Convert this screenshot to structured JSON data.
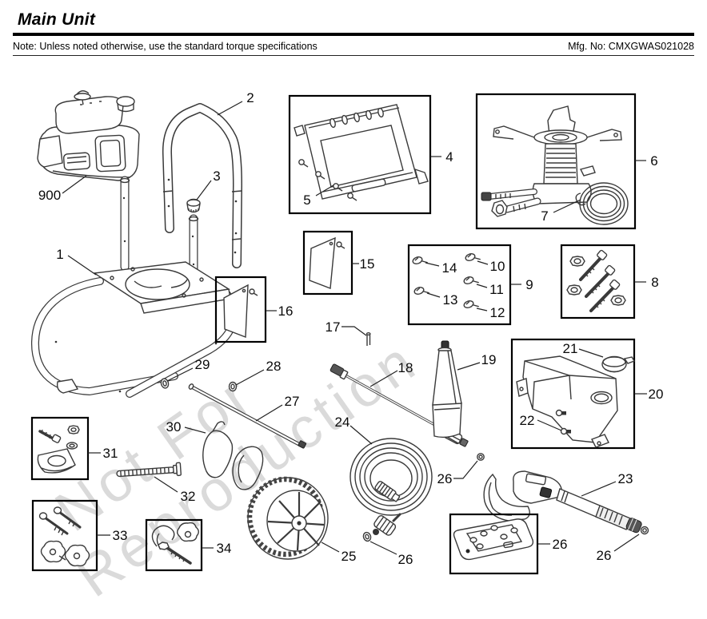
{
  "header": {
    "title": "Main Unit",
    "note": "Note: Unless noted otherwise, use the standard torque specifications",
    "mfg_no": "Mfg. No: CMXGWAS021028"
  },
  "watermark": {
    "line1": "Not For",
    "line2": "Reproduction"
  },
  "callouts": {
    "c900": "900",
    "c1": "1",
    "c2": "2",
    "c3": "3",
    "c4": "4",
    "c5": "5",
    "c6": "6",
    "c7": "7",
    "c8": "8",
    "c9": "9",
    "c10": "10",
    "c11": "11",
    "c12": "12",
    "c13": "13",
    "c14": "14",
    "c15": "15",
    "c16": "16",
    "c17": "17",
    "c18": "18",
    "c19": "19",
    "c20": "20",
    "c21": "21",
    "c22": "22",
    "c23": "23",
    "c24": "24",
    "c25": "25",
    "c26_hose": "26",
    "c26_lance": "26",
    "c26_box": "26",
    "c26_gun": "26",
    "c27": "27",
    "c28": "28",
    "c29": "29",
    "c30": "30",
    "c31": "31",
    "c32": "32",
    "c33": "33",
    "c34": "34"
  }
}
